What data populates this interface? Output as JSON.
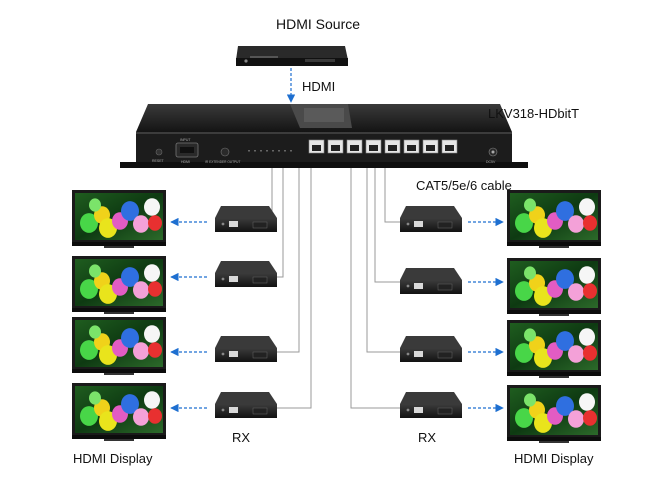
{
  "source_label": "HDMI Source",
  "link_label": "HDMI",
  "device_label": "LKV318-HDbitT",
  "cable_label": "CAT5/5e/6 cable",
  "rx_label_left": "RX",
  "rx_label_right": "RX",
  "display_label_left": "HDMI Display",
  "display_label_right": "HDMI Display",
  "panel": {
    "reset": "RESET",
    "input": "INPUT",
    "hdmi": "HDMI",
    "ir": "IR EXTENDER OUTPUT",
    "dc": "DC5V"
  },
  "port_count": 8,
  "colors": {
    "device": "#1c1c1c",
    "line": "#9a9a9a",
    "arrow": "#1e6fd0"
  }
}
